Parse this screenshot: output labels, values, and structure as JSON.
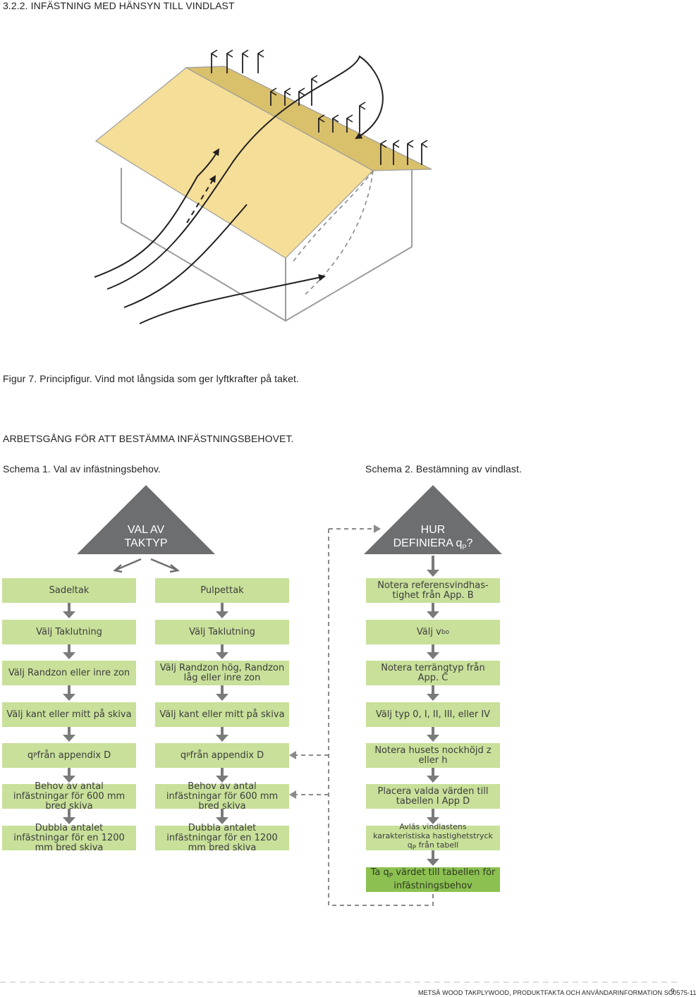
{
  "header": {
    "section_title": "3.2.2.  INFÄSTNING MED HÄNSYN TILL VINDLAST"
  },
  "figure": {
    "caption": "Figur 7. Principfigur. Vind mot långsida som ger lyftkrafter på taket."
  },
  "procedure": {
    "title": "ARBETSGÅNG FÖR ATT BESTÄMMA INFÄSTNINGSBEHOVET.",
    "schema1_title": "Schema 1. Val av infästningsbehov.",
    "schema2_title": "Schema 2. Bestämning av vindlast."
  },
  "schema1": {
    "triangle_line1": "VAL AV",
    "triangle_line2": "TAKTYP",
    "col_sadeltak": {
      "b1": "Sadeltak",
      "b2": "Välj Taklutning",
      "b3": "Välj Randzon eller inre zon",
      "b4": "Välj kant eller mitt på skiva",
      "b5_sym": "q",
      "b5_sub": "P",
      "b5_rest": " från appendix D",
      "b6": "Behov av antal infästningar för 600 mm bred skiva",
      "b7": "Dubbla antalet infästningar för en 1200 mm bred skiva"
    },
    "col_pulpettak": {
      "b1": "Pulpettak",
      "b2": "Välj Taklutning",
      "b3": "Välj Randzon hög, Randzon låg eller inre zon",
      "b4": "Välj kant eller mitt på skiva",
      "b5_sym": "q",
      "b5_sub": "P",
      "b5_rest": " från appendix D",
      "b6": "Behov av antal infästningar för 600 mm bred skiva",
      "b7": "Dubbla antalet infästningar för en 1200 mm bred skiva"
    }
  },
  "schema2": {
    "triangle_line1": "HUR",
    "triangle_line2a": "DEFINIERA q",
    "triangle_line2_sub": "P",
    "triangle_line2b": "?",
    "b1": "Notera referensvindhas-tighet från App. B",
    "b2_main": "Välj  v",
    "b2_sub": "bo",
    "b3": "Notera terrängtyp från App. C",
    "b4": "Välj typ 0, I, II, III, eller IV",
    "b5": "Notera husets nockhöjd z eller h",
    "b6": "Placera valda värden till tabellen I App D",
    "b7a": "Avläs vindlastens karakteristiska hastighetstryck q",
    "b7_sub": "P",
    "b7b": " från tabell",
    "b8a": "Ta q",
    "b8_sub": "P",
    "b8b": " värdet till tabellen för infästningsbehov"
  },
  "footer": {
    "text": "METSÄ WOOD TAKPLYWOOD, PRODUKTFAKTA OCH ANVÄNDARINFORMATION SC0575-11",
    "page_number": "9"
  },
  "colors": {
    "box_green": "#c8e09a",
    "final_green": "#8cc152",
    "triangle_gray": "#6d6e70",
    "roof_yellow": "#f5de97",
    "roof_dark": "#d9c06b"
  }
}
